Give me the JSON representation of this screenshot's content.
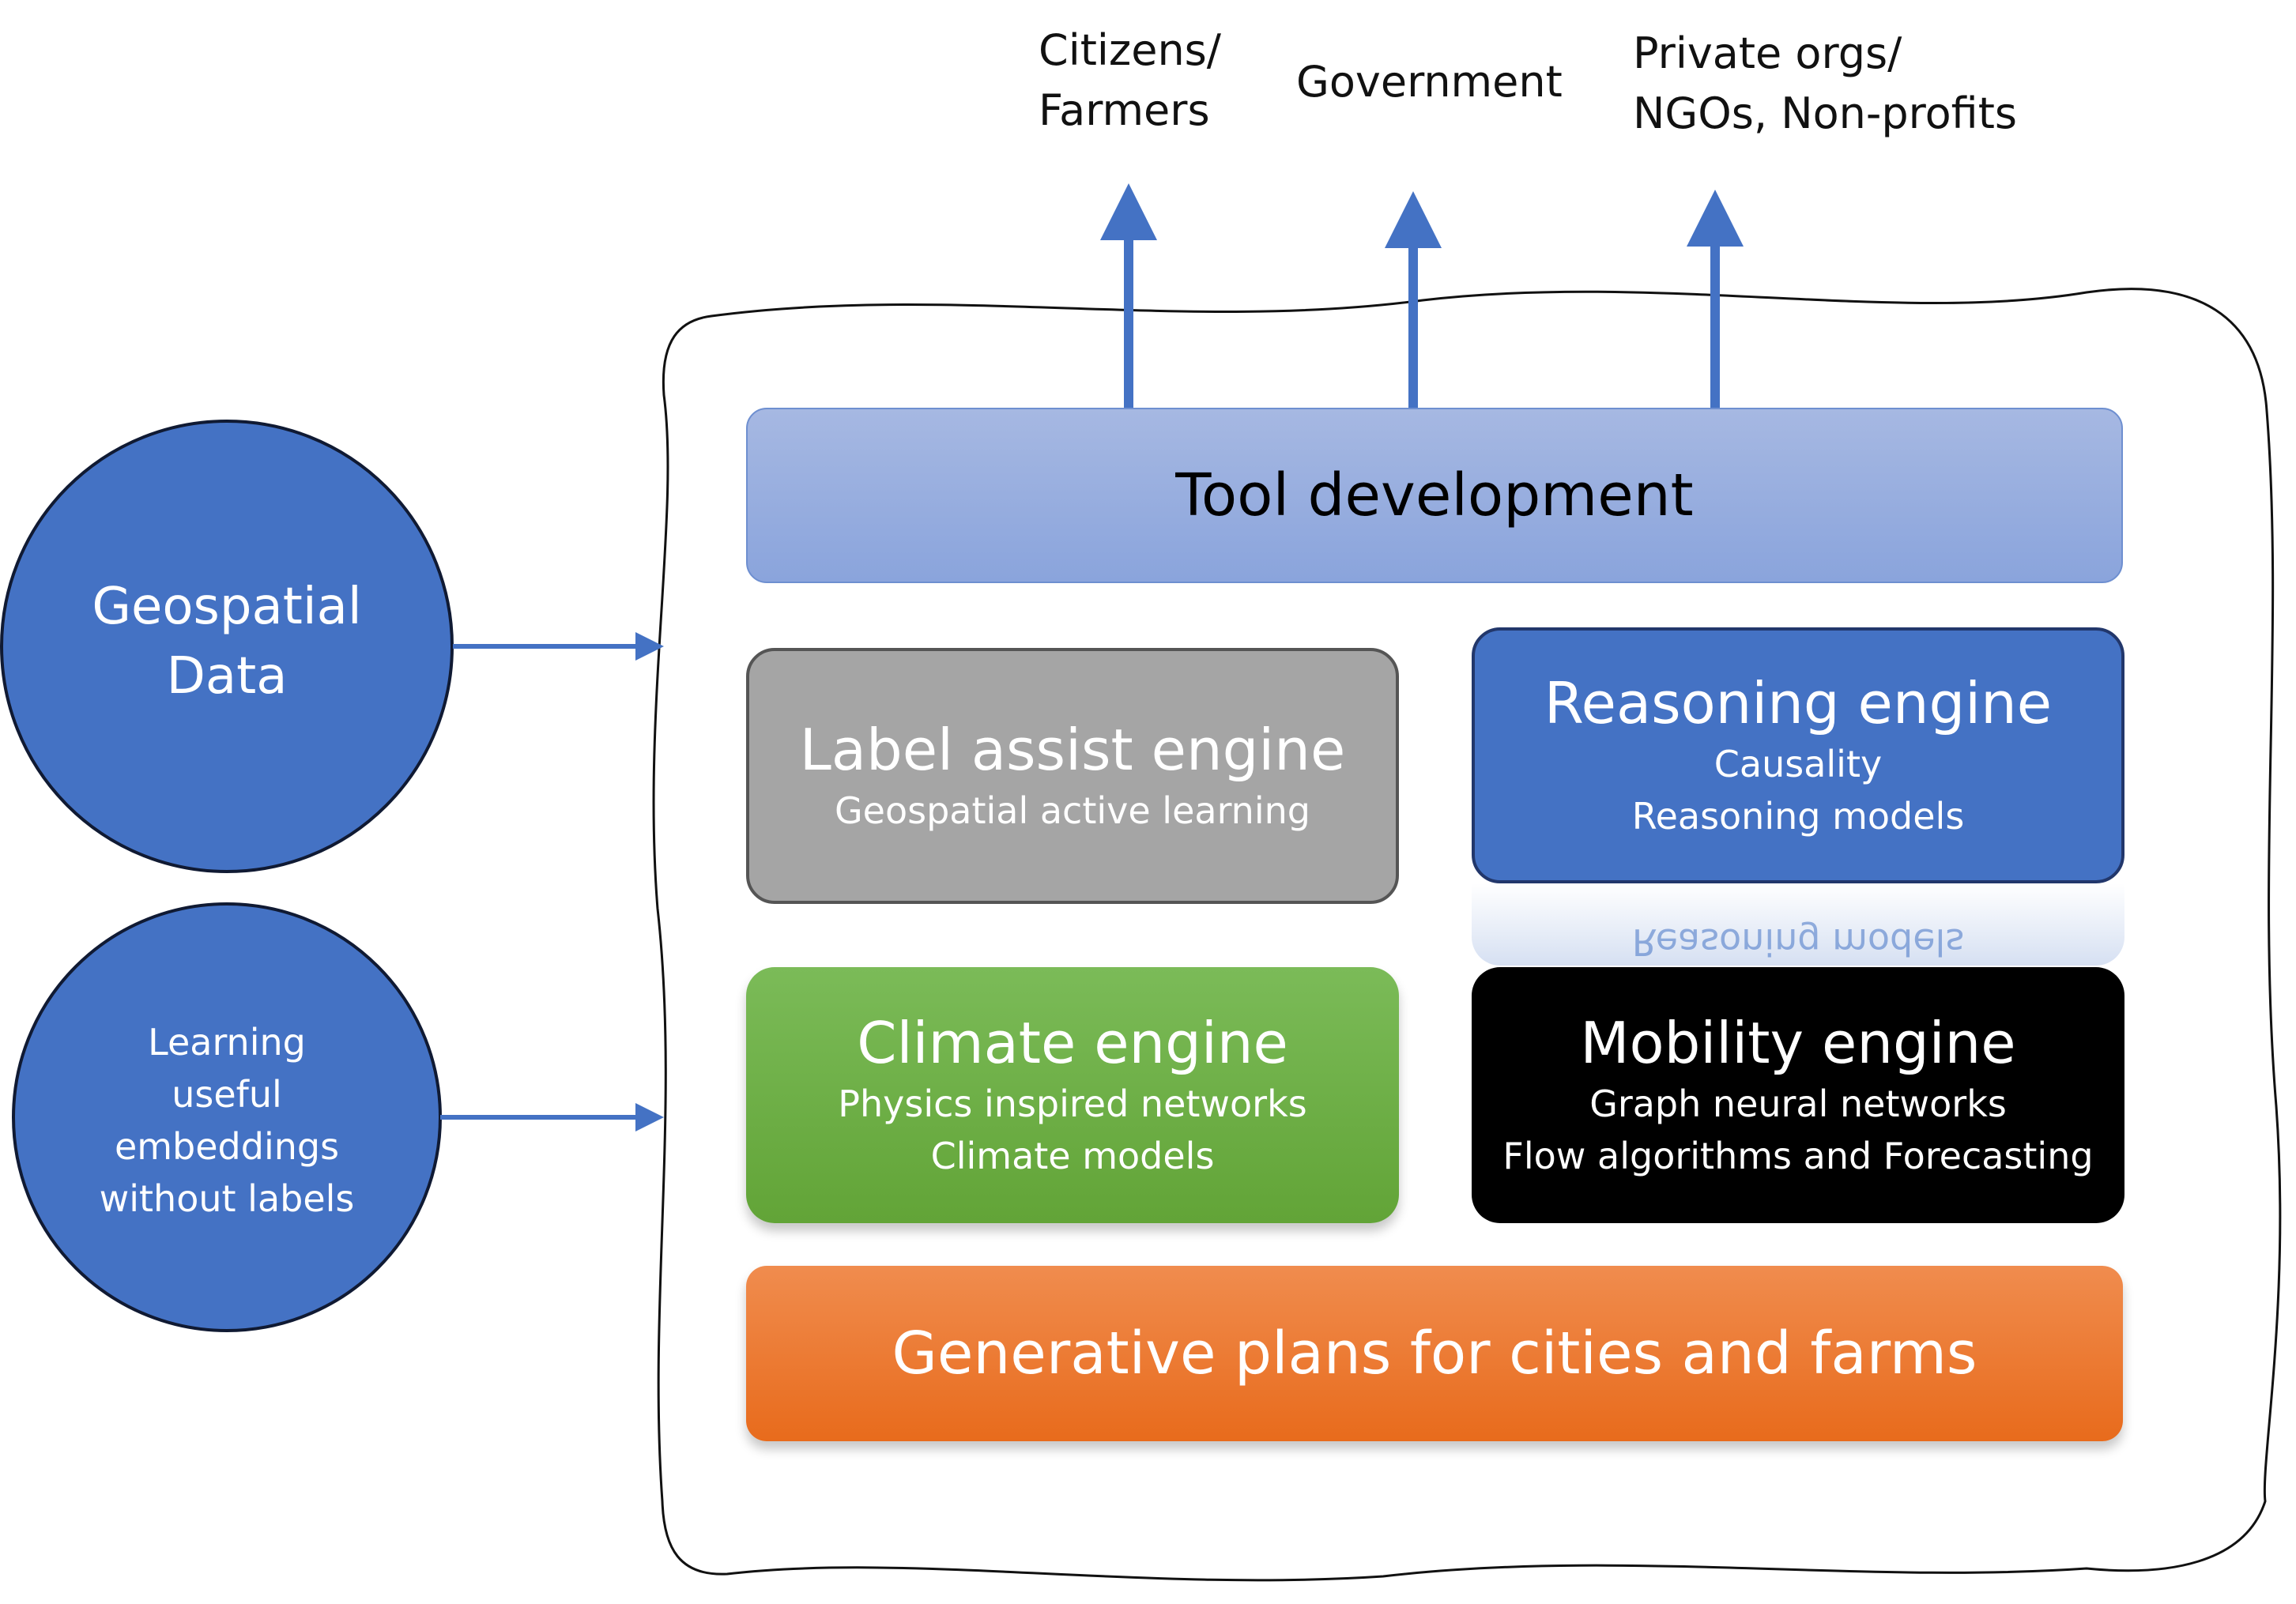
{
  "audiences": [
    "Citizens/\nFarmers",
    "Government",
    "Private orgs/\nNGOs, Non-profits"
  ],
  "inputs": {
    "geospatial": "Geospatial\nData",
    "embeddings": "Learning\nuseful\nembeddings\nwithout labels"
  },
  "tool": {
    "title": "Tool development"
  },
  "label_assist": {
    "title": "Label assist engine",
    "subtitle": "Geospatial active learning"
  },
  "reasoning": {
    "title": "Reasoning engine",
    "line1": "Causality",
    "line2": "Reasoning models"
  },
  "climate": {
    "title": "Climate engine",
    "line1": "Physics inspired networks",
    "line2": "Climate models"
  },
  "mobility": {
    "title": "Mobility engine",
    "line1": "Graph neural networks",
    "line2": "Flow algorithms and Forecasting"
  },
  "generative": {
    "title": "Generative plans for cities and farms"
  },
  "colors": {
    "blue": "#4472c4",
    "tool_blue": "#8faadc",
    "gray": "#a5a5a5",
    "green": "#70ad47",
    "orange": "#ed7d31",
    "black": "#000000"
  }
}
